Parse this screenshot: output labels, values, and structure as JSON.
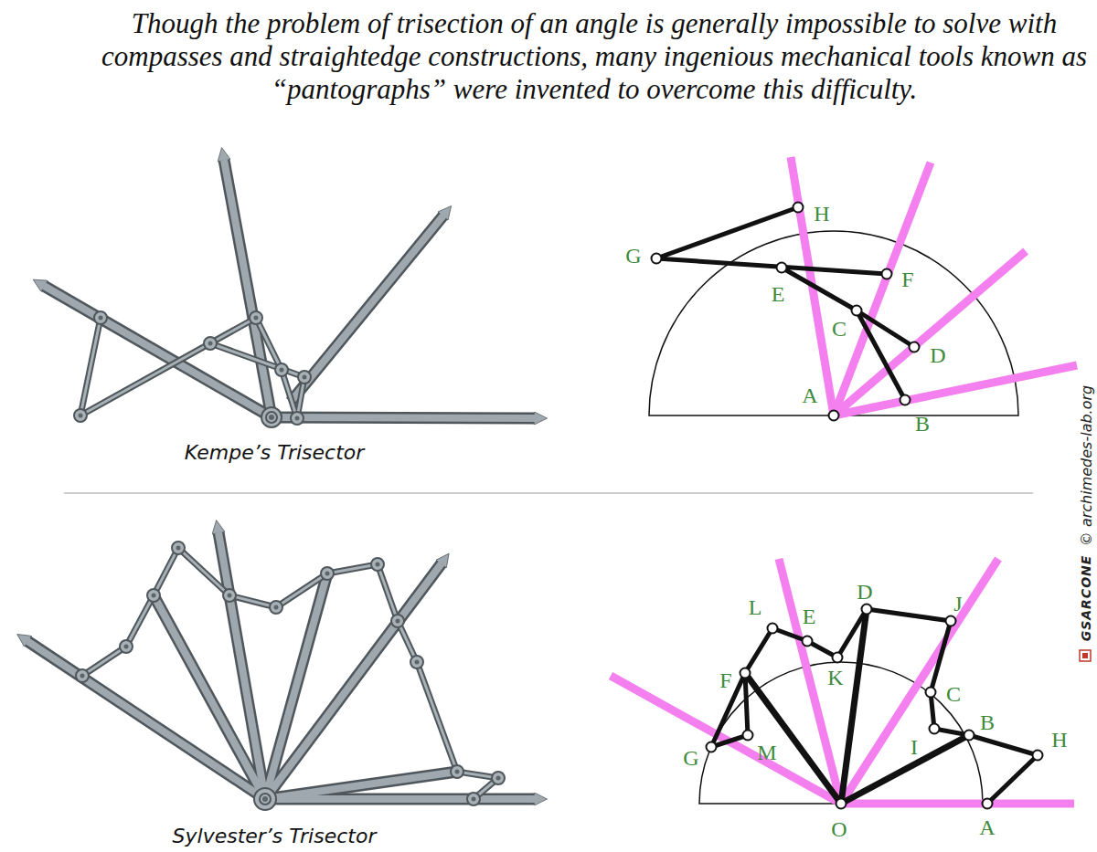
{
  "diagram": {
    "title": "Though the problem of trisection of an angle is generally impossible to solve with compasses and straightedge constructions, many ingenious mechanical tools known as “pantographs” were invented to overcome this difficulty.",
    "labels": [
      "Kempe’s Trisector",
      "H",
      "G",
      "E",
      "F",
      "C",
      "D",
      "A",
      "B",
      "Sylvester’s Trisector",
      "L",
      "E",
      "D",
      "J",
      "F",
      "K",
      "C",
      "G",
      "M",
      "I",
      "B",
      "H",
      "O",
      "A",
      "GSARCONE",
      "© archimedes-lab.org"
    ]
  }
}
